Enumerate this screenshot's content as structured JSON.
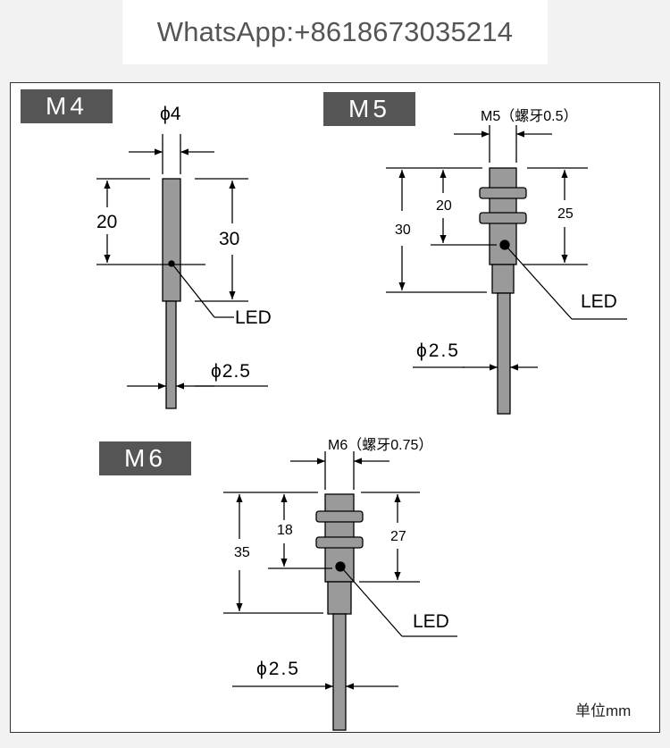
{
  "banner": {
    "text": "WhatsApp:+8618673035214"
  },
  "m4": {
    "label": "M4",
    "diameter_top": "ϕ4",
    "dim_left": "20",
    "dim_right": "30",
    "led": "LED",
    "diameter_cable": "ϕ2.5"
  },
  "m5": {
    "label": "M5",
    "thread": "M5（螺牙0.5）",
    "dim_outer": "30",
    "dim_inner": "20",
    "dim_right": "25",
    "led": "LED",
    "diameter_cable": "ϕ2.5"
  },
  "m6": {
    "label": "M6",
    "thread": "M6（螺牙0.75）",
    "dim_outer": "35",
    "dim_inner": "18",
    "dim_right": "27",
    "led": "LED",
    "diameter_cable": "ϕ2.5"
  },
  "unit": "单位mm"
}
